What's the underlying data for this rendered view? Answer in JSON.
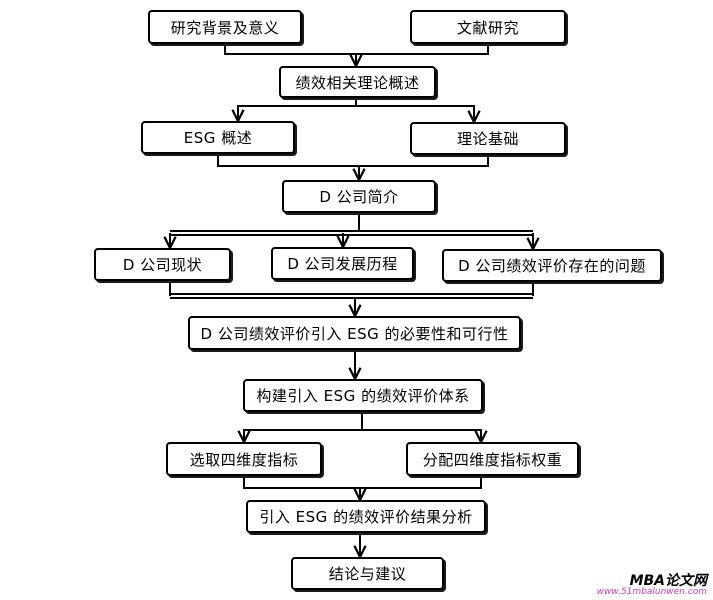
{
  "diagram": {
    "nodes": {
      "background": "研究背景及意义",
      "literature": "文献研究",
      "theory_overview": "绩效相关理论概述",
      "esg_overview": "ESG 概述",
      "theory_basis": "理论基础",
      "company_intro": "D 公司简介",
      "status": "D 公司现状",
      "history": "D 公司发展历程",
      "problems": "D 公司绩效评价存在的问题",
      "necessity": "D 公司绩效评价引入 ESG 的必要性和可行性",
      "build_system": "构建引入 ESG 的绩效评价体系",
      "select_indicators": "选取四维度指标",
      "assign_weights": "分配四维度指标权重",
      "result_analysis": "引入 ESG 的绩效评价结果分析",
      "conclusion": "结论与建议"
    }
  },
  "watermark": {
    "brand": "MBA论文网",
    "url": "www.51mbalunwen.com",
    "url_color": "#d23ab4"
  }
}
